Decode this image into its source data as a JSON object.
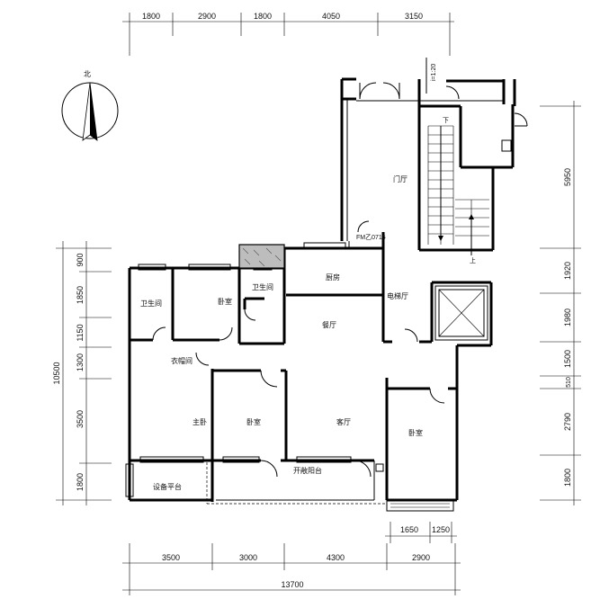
{
  "north_label": "北",
  "scale_label": "i=1:20",
  "door_tag": "FM乙0715",
  "stair_down": "下",
  "stair_up": "上",
  "rooms": {
    "foyer": "门厅",
    "bath_left": "卫生间",
    "bedroom_top": "卧室",
    "bath_center": "卫生间",
    "kitchen": "厨房",
    "elevator_hall": "电梯厅",
    "dining": "餐厅",
    "cloakroom": "衣帽间",
    "master": "主卧",
    "bedroom_mid": "卧室",
    "living": "客厅",
    "bedroom_right": "卧室",
    "equipment": "设备平台",
    "balcony": "开敞阳台"
  },
  "dims_top": [
    "1800",
    "2900",
    "1800",
    "4050",
    "3150"
  ],
  "dims_left": [
    "900",
    "1850",
    "1150",
    "1300",
    "3500",
    "1800"
  ],
  "dim_left_total": "10500",
  "dims_right": [
    "5950",
    "1920",
    "1980",
    "1500",
    "510",
    "2790",
    "1800"
  ],
  "dims_bottom_small": [
    "1650",
    "1250"
  ],
  "dims_bottom": [
    "3500",
    "3000",
    "4300",
    "2900"
  ],
  "dim_bottom_total": "13700"
}
